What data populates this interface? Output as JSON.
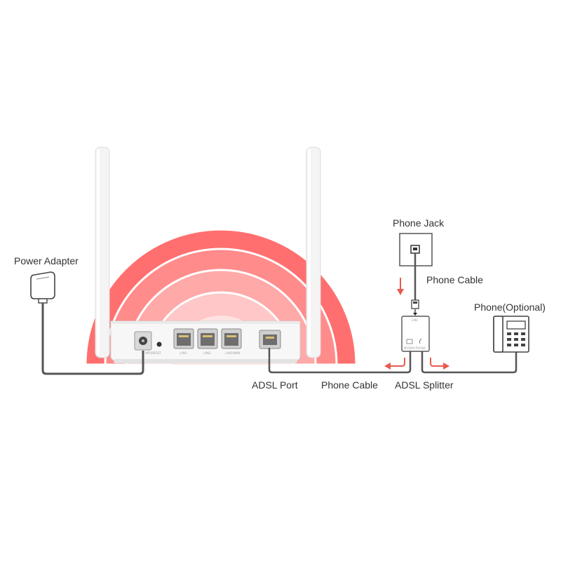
{
  "labels": {
    "power_adapter": "Power Adapter",
    "phone_jack": "Phone Jack",
    "phone_cable_top": "Phone Cable",
    "phone_optional": "Phone(Optional)",
    "adsl_port": "ADSL Port",
    "phone_cable_bottom": "Phone Cable",
    "adsl_splitter": "ADSL Splitter"
  },
  "icons": {
    "power_adapter": "power-adapter-icon",
    "phone_jack": "phone-jack-icon",
    "splitter": "adsl-splitter-icon",
    "telephone": "telephone-icon",
    "router": "router-icon"
  },
  "colors": {
    "signal_outer": "#ff6f6f",
    "signal_mid": "#ff9e9e",
    "signal_inner": "#ffd3d3",
    "arrow": "#e85a4f",
    "cable": "#555555",
    "device_body": "#f2f2f2"
  }
}
